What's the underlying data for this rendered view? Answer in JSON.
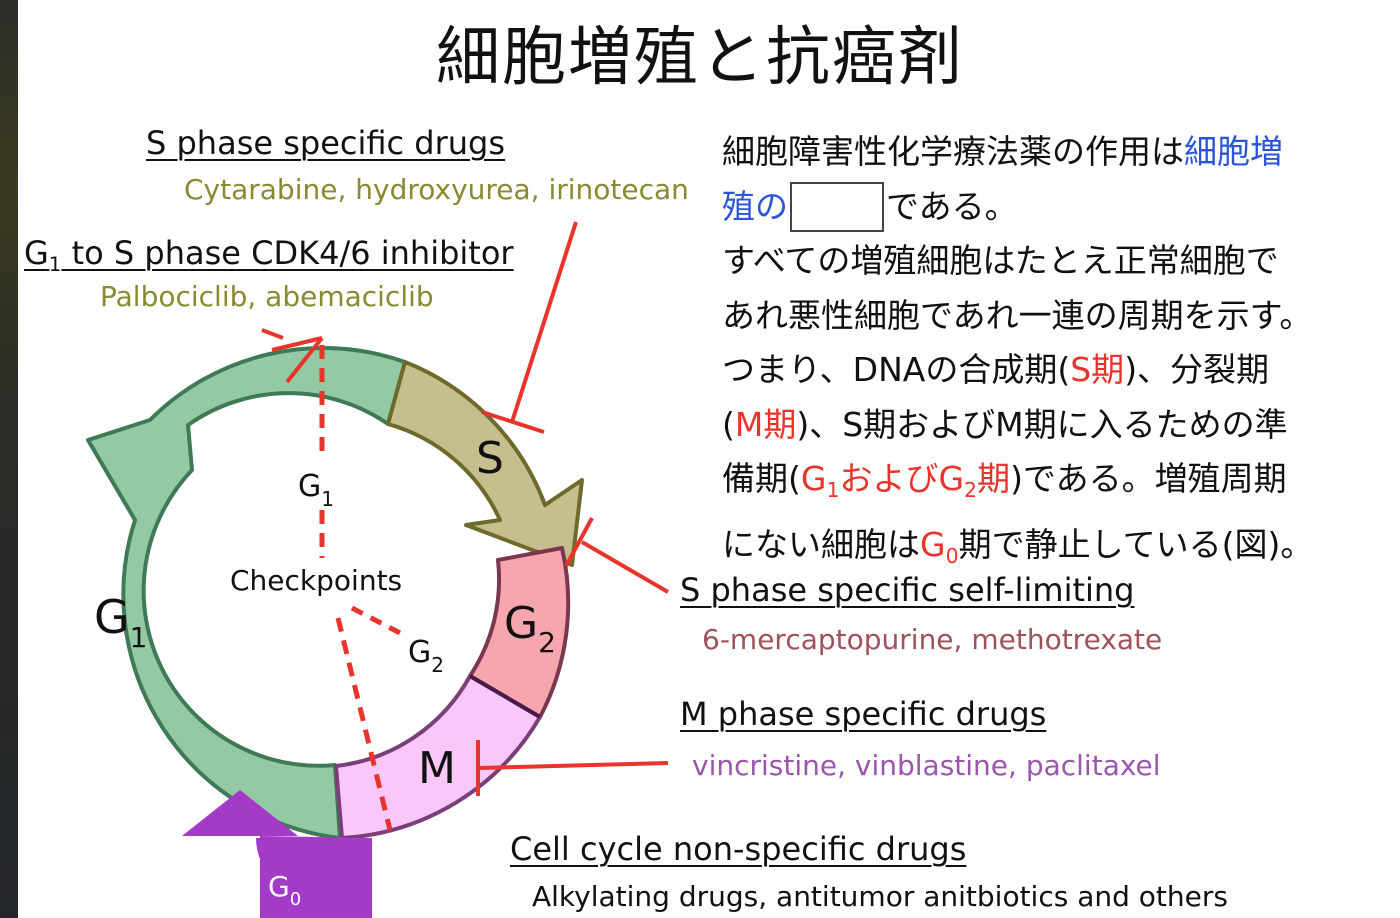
{
  "title": "細胞増殖と抗癌剤",
  "labels": {
    "s_specific": "S phase specific drugs",
    "s_specific_drugs": "Cytarabine, hydroxyurea, irinotecan",
    "g1s_base": "G",
    "g1s_sub": "1",
    "g1s_rest": " to S phase CDK4/6 inhibitor",
    "g1s_drugs": "Palbociclib, abemaciclib",
    "s_self": "S phase specific self-limiting",
    "s_self_drugs": "6-mercaptopurine, methotrexate",
    "m_specific": "M phase specific drugs",
    "m_specific_drugs": "vincristine, vinblastine, paclitaxel",
    "nonspec": "Cell cycle non-specific drugs",
    "nonspec_drugs": "Alkylating drugs, antitumor anitbiotics and others"
  },
  "cycle": {
    "g1_big": "G",
    "g1_big_sub": "1",
    "s": "S",
    "g2_big": "G",
    "g2_big_sub": "2",
    "m": "M",
    "g0": "G",
    "g0_sub": "0",
    "g1_small": "G",
    "g1_small_sub": "1",
    "g2_small": "G",
    "g2_small_sub": "2",
    "checkpoints": "Checkpoints",
    "colors": {
      "g1": "#93c9a3",
      "s": "#c6be8e",
      "g2": "#f7a6ae",
      "m": "#f9c8f9",
      "g0": "#a43ac8",
      "inhibitor": "#e8342a"
    }
  },
  "paragraph": {
    "l1a": "細胞障害性化学療法薬の作用は",
    "l1b": "細胞増",
    "l2a": "殖の",
    "l2b": "である。",
    "l3": "すべての増殖細胞はたとえ正常細胞で",
    "l4": "あれ悪性細胞であれ一連の周期を示す。",
    "l5a": "つまり、DNAの合成期(",
    "l5b": "S期",
    "l5c": ")、分裂期",
    "l6a": "(",
    "l6b": "M期",
    "l6c": ")、S期およびM期に入るための準",
    "l7a": "備期(",
    "l7b": "G",
    "l7b_sub": "1",
    "l7c": "およびG",
    "l7c_sub": "2",
    "l7d": "期",
    "l7e": ")である。増殖周期",
    "l8a": "にない細胞は",
    "l8b": "G",
    "l8b_sub": "0",
    "l8c": "期で静止している(図)。"
  }
}
